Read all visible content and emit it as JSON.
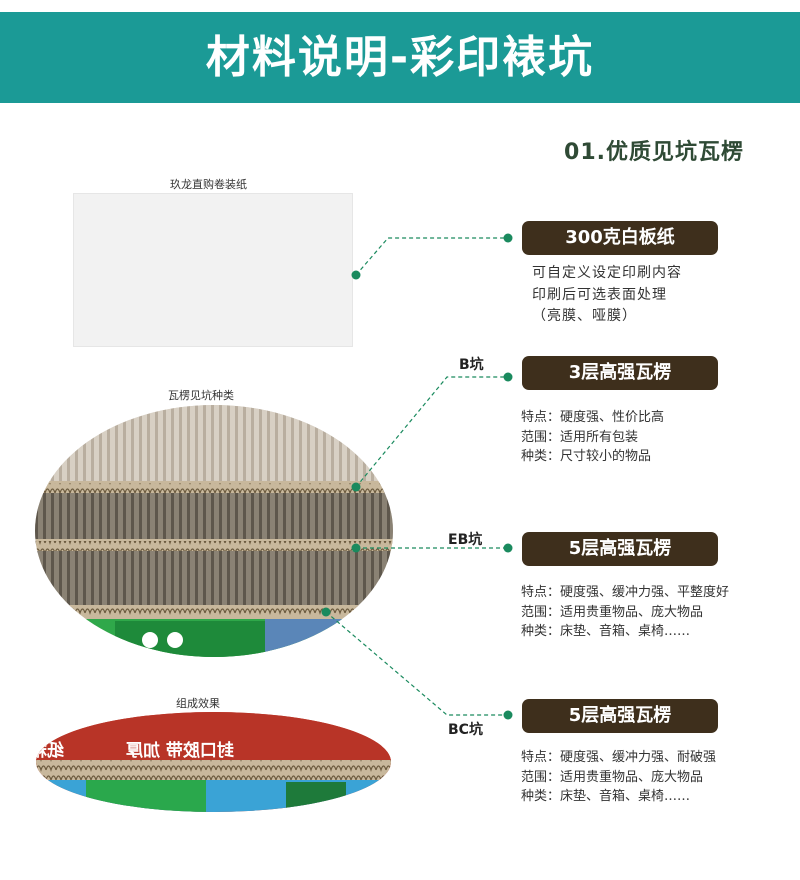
{
  "header": {
    "title": "材料说明-彩印裱坑"
  },
  "section": {
    "title": "01.优质见坑瓦楞"
  },
  "images": {
    "paper_label": "玖龙直购卷装纸",
    "flute_label": "瓦楞见坑种类",
    "result_label": "组成效果",
    "result_print": "封口胶带 加厚",
    "result_print_line2": "纸箱"
  },
  "tags": {
    "b": "B坑",
    "eb": "EB坑",
    "bc": "BC坑"
  },
  "cards": [
    {
      "title": "300克白板纸",
      "lines": [
        "可自定义设定印刷内容",
        "印刷后可选表面处理",
        "（亮膜、哑膜）"
      ]
    },
    {
      "title": "3层高强瓦楞",
      "lines": [
        "特点：硬度强、性价比高",
        "范围：适用所有包装",
        "种类：尺寸较小的物品"
      ]
    },
    {
      "title": "5层高强瓦楞",
      "lines": [
        "特点：硬度强、缓冲力强、平整度好",
        "范围：适用贵重物品、庞大物品",
        "种类：床垫、音箱、桌椅……"
      ]
    },
    {
      "title": "5层高强瓦楞",
      "lines": [
        "特点：硬度强、缓冲力强、耐破强",
        "范围：适用贵重物品、庞大物品",
        "种类：床垫、音箱、桌椅……"
      ]
    }
  ],
  "colors": {
    "accent": "#1b9a96",
    "pill": "#3e2f1c",
    "dot": "#1a8a5e"
  }
}
